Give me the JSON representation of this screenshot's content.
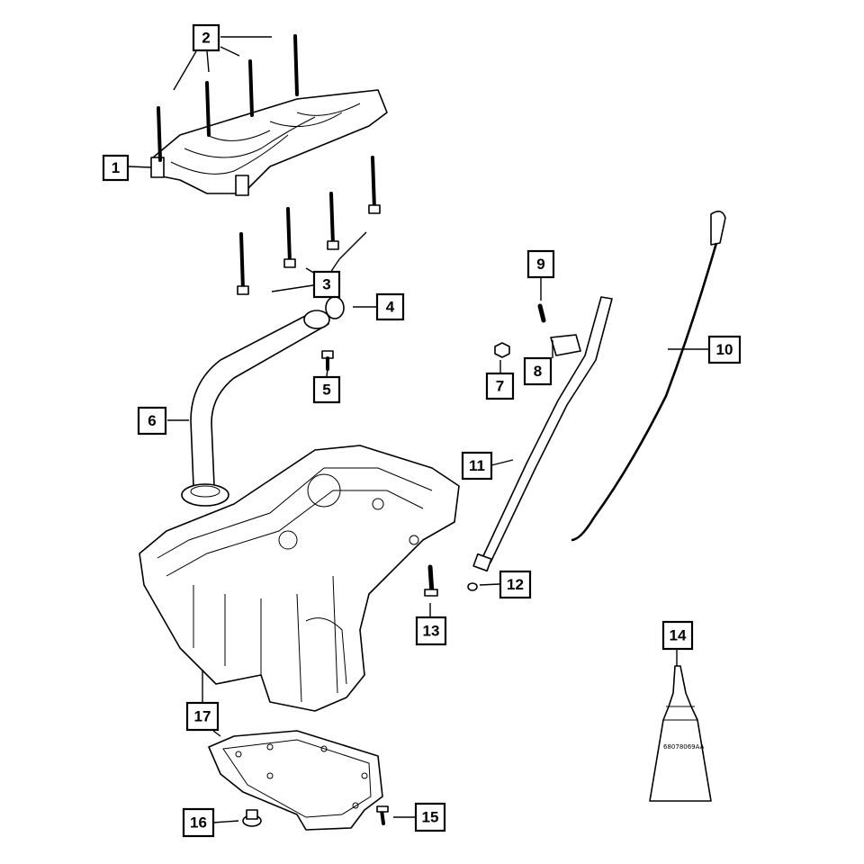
{
  "callouts": [
    {
      "id": "1",
      "label": "1"
    },
    {
      "id": "2",
      "label": "2"
    },
    {
      "id": "3",
      "label": "3"
    },
    {
      "id": "4",
      "label": "4"
    },
    {
      "id": "5",
      "label": "5"
    },
    {
      "id": "6",
      "label": "6"
    },
    {
      "id": "7",
      "label": "7"
    },
    {
      "id": "8",
      "label": "8"
    },
    {
      "id": "9",
      "label": "9"
    },
    {
      "id": "10",
      "label": "10"
    },
    {
      "id": "11",
      "label": "11"
    },
    {
      "id": "12",
      "label": "12"
    },
    {
      "id": "13",
      "label": "13"
    },
    {
      "id": "14",
      "label": "14"
    },
    {
      "id": "15",
      "label": "15"
    },
    {
      "id": "16",
      "label": "16"
    },
    {
      "id": "17",
      "label": "17"
    }
  ],
  "sealant_tube": {
    "part_number": "68078069AA"
  }
}
